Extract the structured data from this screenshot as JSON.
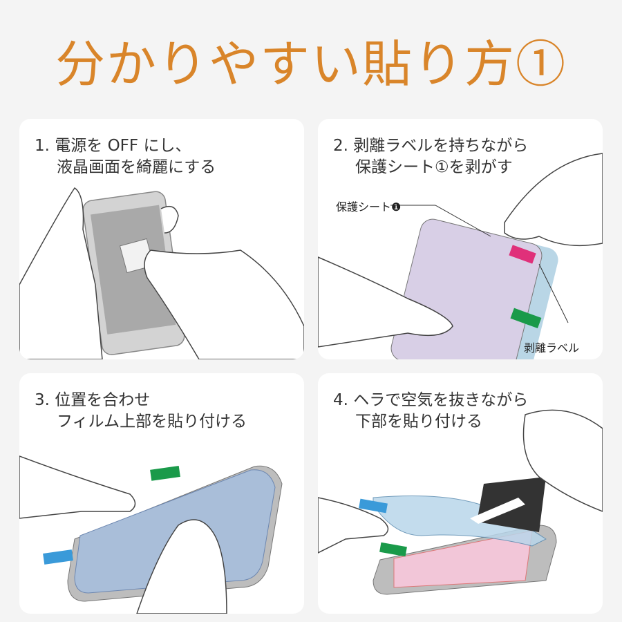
{
  "title": "分かりやすい貼り方①",
  "steps": [
    {
      "line1": "1. 電源を OFF にし、",
      "line2": "液晶画面を綺麗にする"
    },
    {
      "line1": "2. 剥離ラベルを持ちながら",
      "line2": "保護シート①を剥がす"
    },
    {
      "line1": "3. 位置を合わせ",
      "line2": "フィルム上部を貼り付ける"
    },
    {
      "line1": "4. ヘラで空気を抜きながら",
      "line2": "下部を貼り付ける"
    }
  ],
  "callouts": {
    "sheet": "保護シート❶",
    "label": "剥離ラベル"
  },
  "colors": {
    "title": "#d9852a",
    "label_green": "#1a9a4a",
    "label_blue": "#3a9ad9",
    "label_pink": "#e0307a",
    "sheet_purple": "#d8cfe6"
  }
}
